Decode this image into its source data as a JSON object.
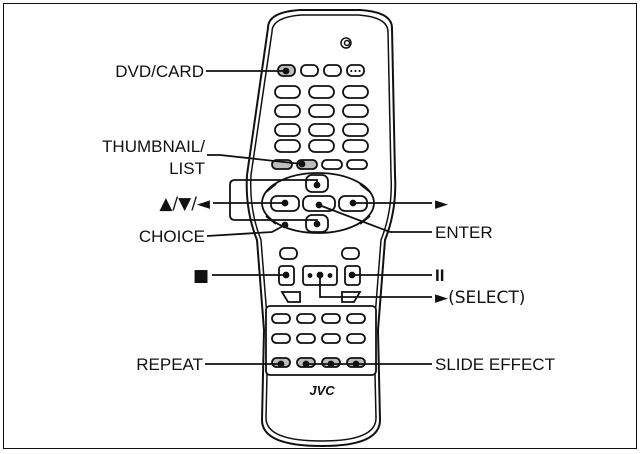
{
  "labels": {
    "dvd_card": "DVD/CARD",
    "thumbnail_line1": "THUMBNAIL/",
    "thumbnail_line2": "LIST",
    "arrows_left": "▲/▼/◄",
    "choice": "CHOICE",
    "stop": "■",
    "repeat": "REPEAT",
    "right_arrow": "►",
    "enter": "ENTER",
    "pause": "II",
    "select": "►(SELECT)",
    "slide_effect": "SLIDE EFFECT"
  },
  "remote": {
    "brand": "JVC"
  },
  "colors": {
    "line": "#111111",
    "remote_fill": "#ffffff",
    "button_shade": "#bdbdbd"
  }
}
